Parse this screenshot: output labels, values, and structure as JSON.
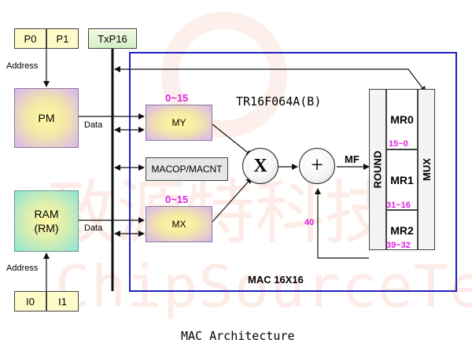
{
  "registers": {
    "p0": "P0",
    "p1": "P1",
    "txp16": "TxP16",
    "i0": "I0",
    "i1": "I1"
  },
  "blocks": {
    "pm": "PM",
    "ram_line1": "RAM",
    "ram_line2": "(RM)",
    "my": "MY",
    "mx": "MX",
    "macop": "MACOP/MACNT",
    "mr0": "MR0",
    "mr1": "MR1",
    "mr2": "MR2",
    "round": "ROUND",
    "mux": "MUX",
    "multiply_symbol": "X",
    "add_symbol": "+"
  },
  "labels": {
    "address_top": "Address",
    "address_bottom": "Address",
    "data_top": "Data",
    "data_bottom": "Data",
    "my_range": "0~15",
    "mx_range": "0~15",
    "mr0_bits": "15~0",
    "mr1_bits": "31~16",
    "mr2_bits": "39~32",
    "feedback_40": "40",
    "mf": "MF",
    "chip_name": "TR16F064A(B)",
    "mac_title": "MAC 16X16",
    "caption": "MAC Architecture"
  },
  "watermark": {
    "chinese": "致源特科技",
    "english": "ChipSourceTek"
  },
  "colors": {
    "frame_blue": "#2020c0",
    "range_magenta": "#e020e0",
    "register_yellow": "#fdfbc8",
    "watermark": "#ee8264"
  }
}
